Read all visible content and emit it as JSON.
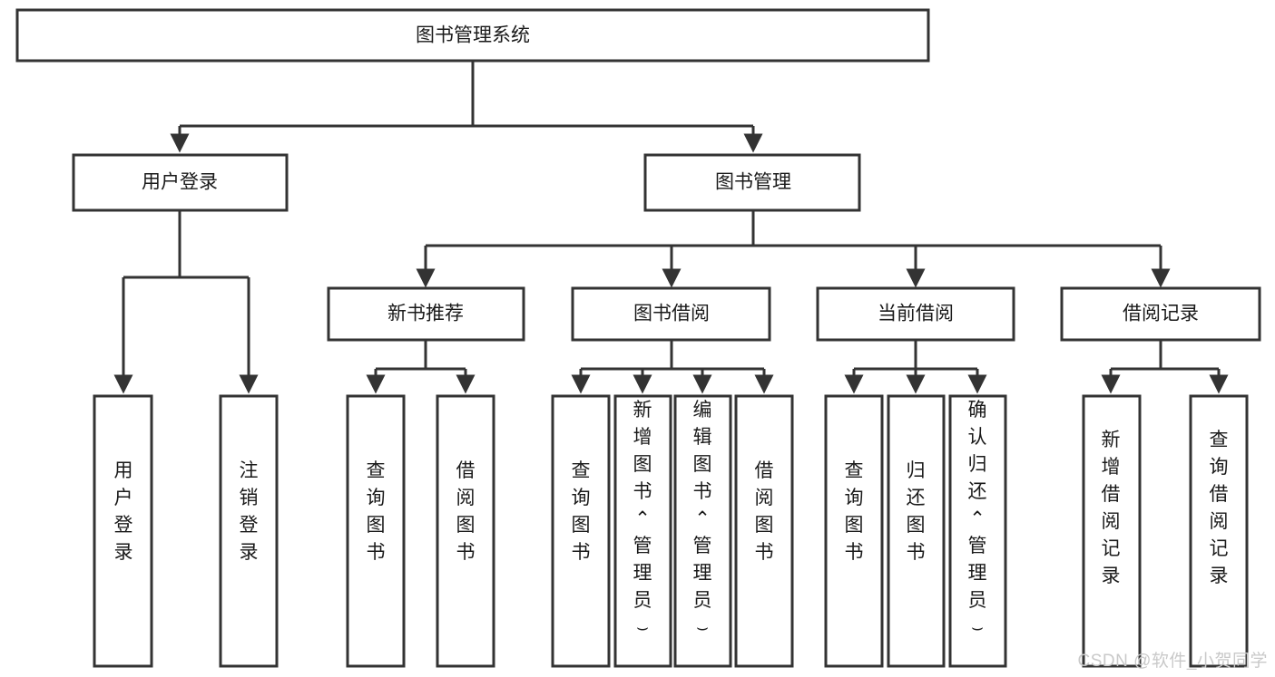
{
  "diagram": {
    "title": "图书管理系统",
    "type": "tree-hierarchy-diagram",
    "root": {
      "id": "root",
      "label": "图书管理系统",
      "orientation": "horizontal"
    },
    "level2": [
      {
        "id": "user-login",
        "label": "用户登录",
        "orientation": "horizontal"
      },
      {
        "id": "book-management",
        "label": "图书管理",
        "orientation": "horizontal"
      }
    ],
    "level3": [
      {
        "id": "new-book-recommend",
        "label": "新书推荐",
        "orientation": "horizontal"
      },
      {
        "id": "book-borrow",
        "label": "图书借阅",
        "orientation": "horizontal"
      },
      {
        "id": "current-borrow",
        "label": "当前借阅",
        "orientation": "horizontal"
      },
      {
        "id": "borrow-record",
        "label": "借阅记录",
        "orientation": "horizontal"
      }
    ],
    "leaves": {
      "user-login": [
        {
          "id": "leaf-user-login",
          "label": "用户登录",
          "orientation": "vertical"
        },
        {
          "id": "leaf-user-logout",
          "label": "注销登录",
          "orientation": "vertical"
        }
      ],
      "new-book-recommend": [
        {
          "id": "leaf-query-book-1",
          "label": "查询图书",
          "orientation": "vertical"
        },
        {
          "id": "leaf-borrow-book-1",
          "label": "借阅图书",
          "orientation": "vertical"
        }
      ],
      "book-borrow": [
        {
          "id": "leaf-query-book-2",
          "label": "查询图书",
          "orientation": "vertical"
        },
        {
          "id": "leaf-add-book",
          "label": "新增图书（管理员）",
          "orientation": "vertical"
        },
        {
          "id": "leaf-edit-book",
          "label": "编辑图书（管理员）",
          "orientation": "vertical"
        },
        {
          "id": "leaf-borrow-book-2",
          "label": "借阅图书",
          "orientation": "vertical"
        }
      ],
      "current-borrow": [
        {
          "id": "leaf-query-book-3",
          "label": "查询图书",
          "orientation": "vertical"
        },
        {
          "id": "leaf-return-book",
          "label": "归还图书",
          "orientation": "vertical"
        },
        {
          "id": "leaf-confirm-return",
          "label": "确认归还（管理员）",
          "orientation": "vertical"
        }
      ],
      "borrow-record": [
        {
          "id": "leaf-add-record",
          "label": "新增借阅记录",
          "orientation": "vertical"
        },
        {
          "id": "leaf-query-record",
          "label": "查询借阅记录",
          "orientation": "vertical"
        }
      ]
    },
    "colors": {
      "background": "#ffffff",
      "box_fill": "#ffffff",
      "box_stroke": "#333333",
      "text": "#1a1a1a",
      "connector": "#333333",
      "watermark": "#c9c9c9"
    }
  },
  "watermark": {
    "text": "CSDN @软件_小贺同学"
  }
}
